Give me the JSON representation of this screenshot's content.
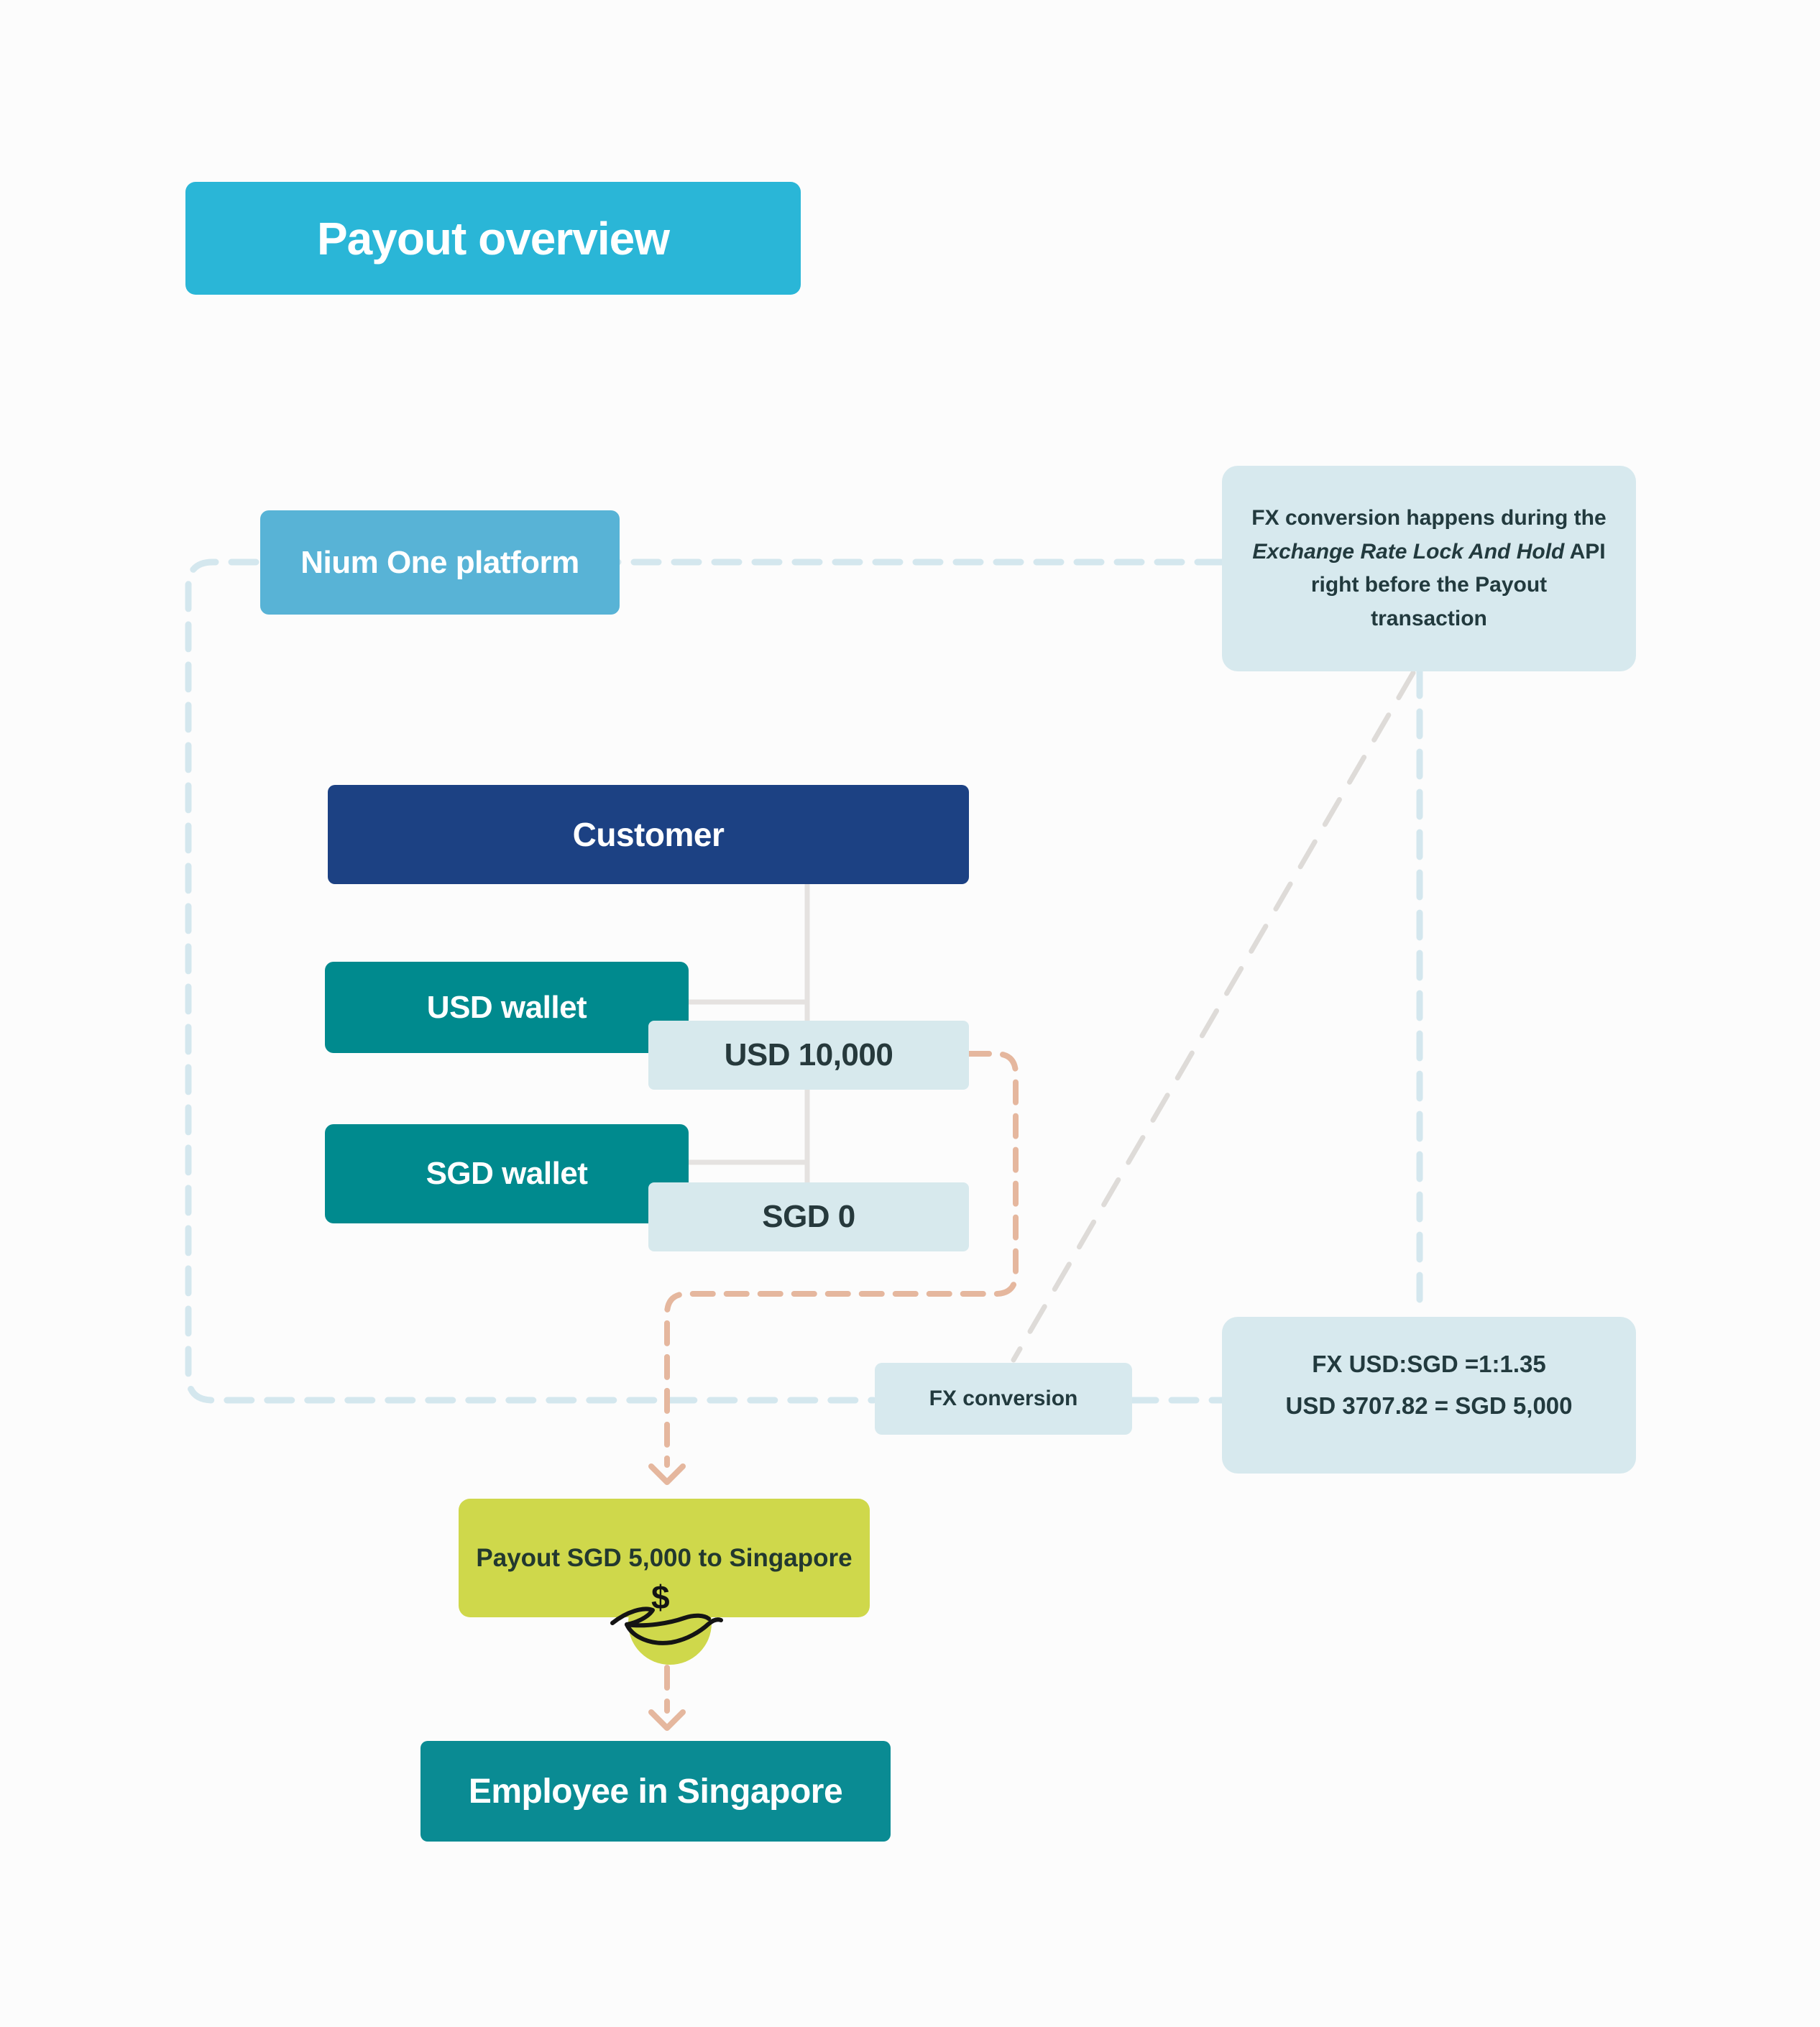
{
  "title": {
    "label": "Payout overview",
    "bg": "#2ab6d7"
  },
  "platform": {
    "label": "Nium One platform",
    "bg": "#58b3d6"
  },
  "note": {
    "before": "FX conversion happens during the ",
    "italic": "Exchange Rate Lock And Hold",
    "after": " API right before the Payout transaction",
    "bg": "#d7e9ee"
  },
  "nodes": {
    "customer": {
      "label": "Customer",
      "bg": "#1c4183"
    },
    "usd_wallet": {
      "label": "USD wallet",
      "bg": "#008a8e"
    },
    "usd_balance": {
      "label": "USD 10,000",
      "bg": "#d7e9ed"
    },
    "sgd_wallet": {
      "label": "SGD wallet",
      "bg": "#008a8e"
    },
    "sgd_balance": {
      "label": "SGD 0",
      "bg": "#d7e9ed"
    },
    "fx_conversion": {
      "label": "FX conversion",
      "bg": "#d7e9ee"
    },
    "fx_rate": {
      "line1": "FX USD:SGD =1:1.35",
      "line2": "USD 3707.82 = SGD 5,000",
      "bg": "#d7e9ee"
    },
    "payout": {
      "label": "Payout SGD 5,000 to Singapore",
      "bg": "#cfd84b"
    },
    "employee": {
      "label": "Employee in Singapore",
      "bg": "#0a8b93"
    }
  },
  "icons": {
    "hand_dollar": {
      "name": "hand-holding-dollar-icon",
      "currency_symbol": "$"
    }
  },
  "connector_colors": {
    "platform_boundary_dash": "#d4e7ee",
    "payout_flow_dash": "#e5b79e",
    "annotation_dash": "#dedbd8",
    "hierarchy_solid": "#e5e2e0"
  }
}
